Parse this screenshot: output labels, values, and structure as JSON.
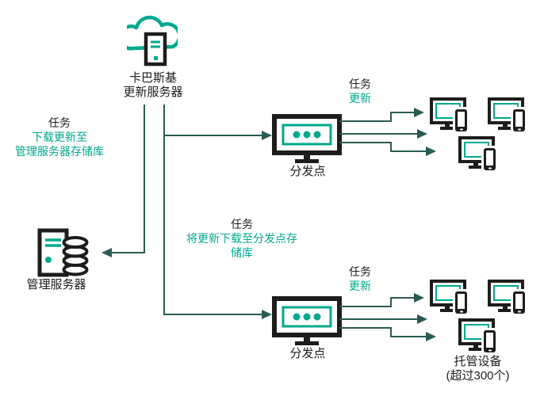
{
  "colors": {
    "brand_teal": "#00A88E",
    "ink": "#1D1D1B",
    "arrow_dark_teal": "#2A5B53",
    "background": "#FFFFFF"
  },
  "kaspersky_servers": {
    "name_line1": "卡巴斯基",
    "name_line2": "更新服务器"
  },
  "admin_server": {
    "name": "管理服务器"
  },
  "distribution_point_top": {
    "name": "分发点"
  },
  "distribution_point_bottom": {
    "name": "分发点"
  },
  "managed_devices": {
    "name_line1": "托管设备",
    "name_line2": "(超过300个)"
  },
  "tasks": {
    "download_to_admin_repo": {
      "label": "任务",
      "desc_line1": "下载更新至",
      "desc_line2": "管理服务器存储库"
    },
    "download_to_dp_repo": {
      "label": "任务",
      "desc_line1": "将更新下载至分发点存",
      "desc_line2": "储库"
    },
    "update_top": {
      "label": "任务",
      "desc": "更新"
    },
    "update_bottom": {
      "label": "任务",
      "desc": "更新"
    }
  }
}
